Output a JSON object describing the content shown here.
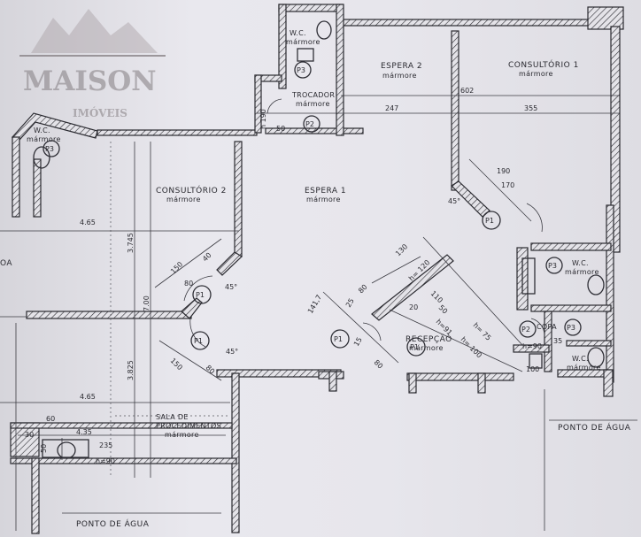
{
  "watermark": {
    "brand": "MAISON",
    "tagline": "IMÓVEIS"
  },
  "rooms": {
    "wc_top": {
      "name": "W.C.",
      "finish": "mármore"
    },
    "espera2": {
      "name": "ESPERA 2",
      "finish": "mármore"
    },
    "consultorio1": {
      "name": "CONSULTÓRIO 1",
      "finish": "mármore"
    },
    "trocador": {
      "name": "TROCADOR",
      "finish": "mármore"
    },
    "wc_left": {
      "name": "W.C.",
      "finish": "mármore"
    },
    "consultorio2": {
      "name": "CONSULTÓRIO 2",
      "finish": "mármore"
    },
    "espera1": {
      "name": "ESPERA 1",
      "finish": "mármore"
    },
    "recepcao": {
      "name": "RECEPÇÃO",
      "finish": "mármore"
    },
    "wc_right1": {
      "name": "W.C.",
      "finish": "mármore"
    },
    "copa": {
      "name": "COPA"
    },
    "wc_right2": {
      "name": "W.C.",
      "finish": "mármore"
    },
    "sala_proc": {
      "line1": "SALA DE",
      "line2": "PROCEDIMENTOS",
      "finish": "mármore"
    }
  },
  "doors": {
    "p1": "P1",
    "p2": "P2",
    "p3": "P3"
  },
  "dims": {
    "d602": "602",
    "d247": "247",
    "d355": "355",
    "d190": "190",
    "d170": "170",
    "d45": "45°",
    "d465a": "4.65",
    "d465b": "4.65",
    "d3745": "3.745",
    "d700": "7.00",
    "d3825": "3.825",
    "d150": "150",
    "d40": "40",
    "d20": "20",
    "d80": "80",
    "d130": "130",
    "d120": "h= 120",
    "d1417": "141,7",
    "d25": "25",
    "d110": "110",
    "d50": "50",
    "d75": "h= 75",
    "d100": "h= 100",
    "d91": "h=91",
    "d435": "4.35",
    "d60": "60",
    "d30": "30",
    "d235": "235",
    "h90": "h=90",
    "h100": "100",
    "d35": "35",
    "d190b": "h 190",
    "d15": "15"
  },
  "notes": {
    "agua_left": "PONTO  DE  ÁGUA",
    "agua_right": "PONTO  DE  ÁGUA",
    "left_edge": "OA"
  }
}
